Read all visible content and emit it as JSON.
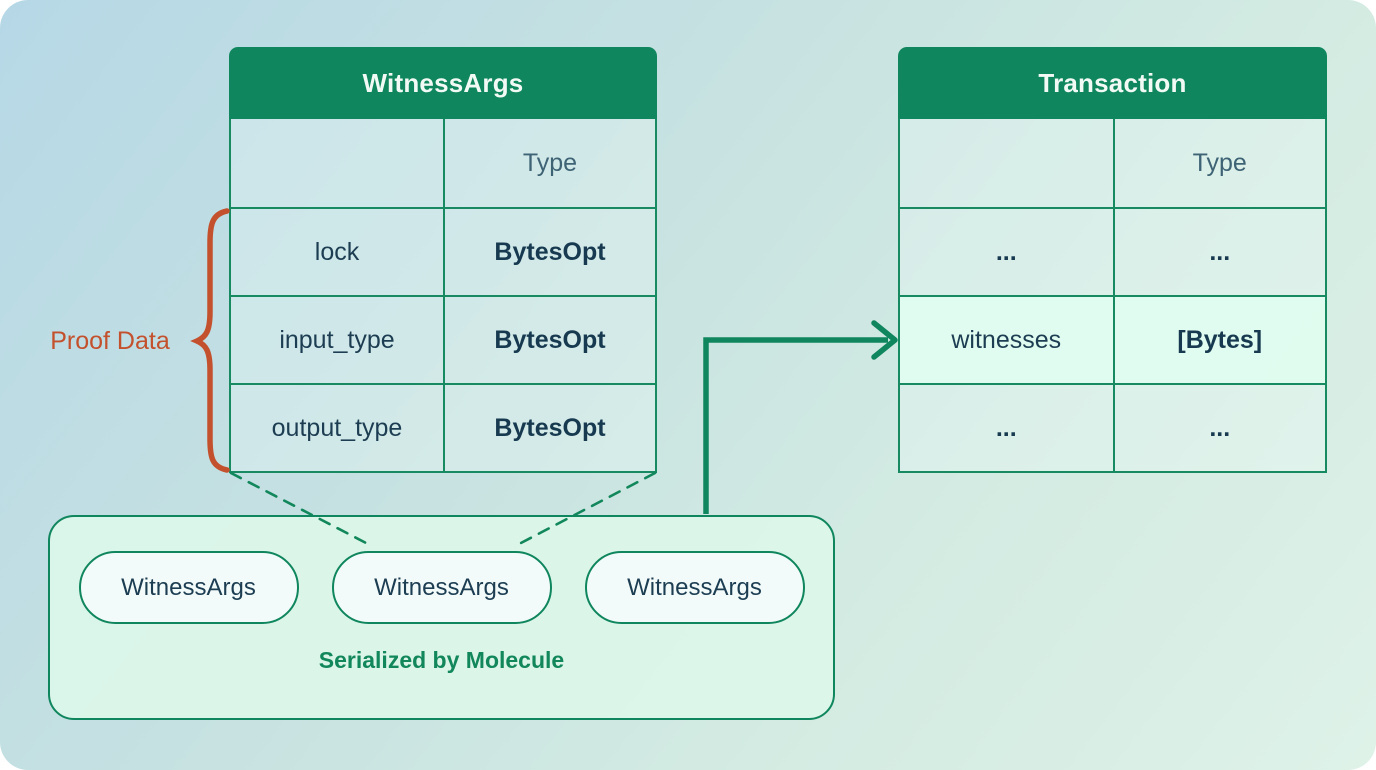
{
  "witnessargs_table": {
    "title": "WitnessArgs",
    "type_header": "Type",
    "rows": [
      {
        "field": "lock",
        "type": "BytesOpt"
      },
      {
        "field": "input_type",
        "type": "BytesOpt"
      },
      {
        "field": "output_type",
        "type": "BytesOpt"
      }
    ]
  },
  "transaction_table": {
    "title": "Transaction",
    "type_header": "Type",
    "rows": [
      {
        "field": "...",
        "type": "..."
      },
      {
        "field": "witnesses",
        "type": "[Bytes]"
      },
      {
        "field": "...",
        "type": "..."
      }
    ]
  },
  "annotations": {
    "proof_data_label": "Proof Data"
  },
  "serialization_box": {
    "pills": [
      "WitnessArgs",
      "WitnessArgs",
      "WitnessArgs"
    ],
    "caption": "Serialized by Molecule"
  },
  "colors": {
    "brand_green": "#0F865D",
    "accent_orange": "#C4512D",
    "dark_text": "#1C3D52",
    "muted_text": "#3E6375",
    "highlight_row": "#E0FCEF"
  }
}
